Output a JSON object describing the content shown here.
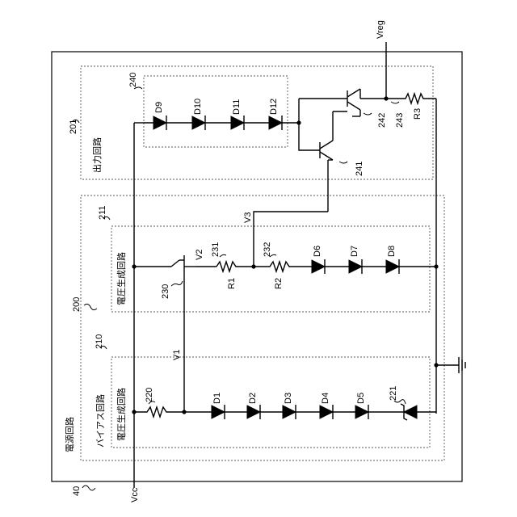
{
  "labels": {
    "vreg": "Vreg",
    "vcc": "Vcc",
    "ref_40": "40",
    "ref_200": "200",
    "ref_201": "201",
    "ref_210": "210",
    "ref_211": "211",
    "ref_220": "220",
    "ref_221": "221",
    "ref_230": "230",
    "ref_231": "231",
    "ref_232": "232",
    "ref_240": "240",
    "ref_241": "241",
    "ref_242": "242",
    "ref_243": "243",
    "v1": "V1",
    "v2": "V2",
    "v3": "V3",
    "r1": "R1",
    "r2": "R2",
    "r3": "R3",
    "d1": "D1",
    "d2": "D2",
    "d3": "D3",
    "d4": "D4",
    "d5": "D5",
    "d6": "D6",
    "d7": "D7",
    "d8": "D8",
    "d9": "D9",
    "d10": "D10",
    "d11": "D11",
    "d12": "D12"
  },
  "blocks": {
    "power_supply": "電源回路",
    "bias": "バイアス回路",
    "voltage_gen_1": "電圧生成回路",
    "voltage_gen_2": "電圧生成回路",
    "output": "出力回路"
  }
}
